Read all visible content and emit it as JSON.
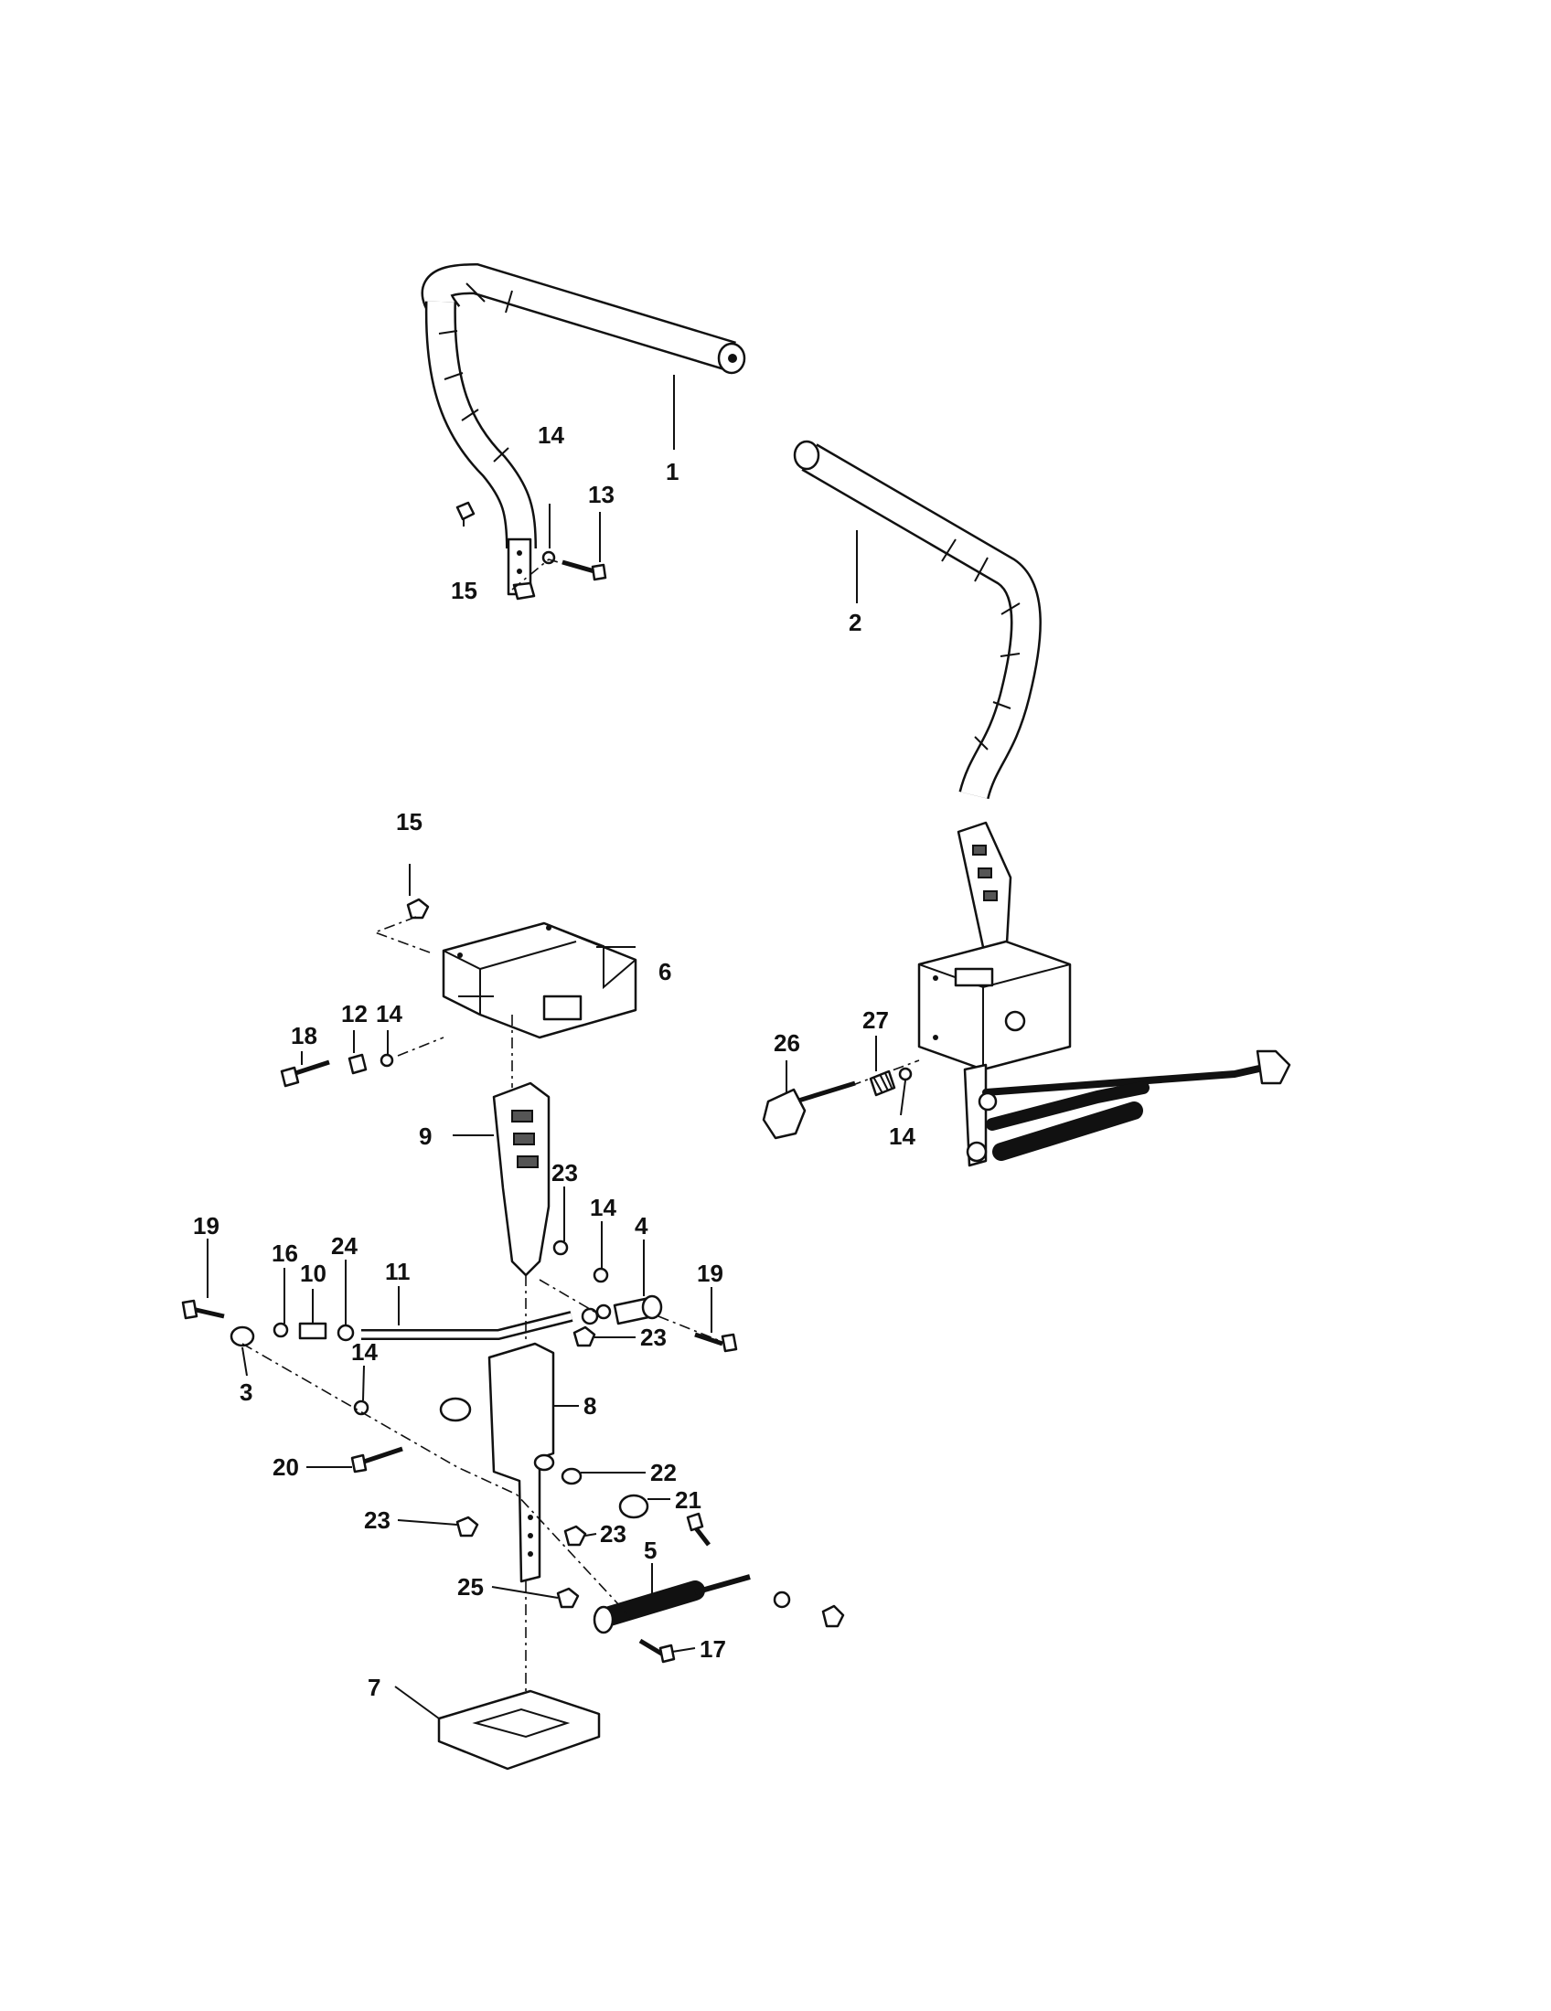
{
  "callouts": {
    "c1": "1",
    "c2": "2",
    "c3": "3",
    "c4": "4",
    "c5": "5",
    "c6": "6",
    "c7": "7",
    "c8": "8",
    "c9": "9",
    "c10": "10",
    "c11": "11",
    "c12": "12",
    "c13": "13",
    "c14a": "14",
    "c14b": "14",
    "c14c": "14",
    "c14d": "14",
    "c14e": "14",
    "c15a": "15",
    "c15b": "15",
    "c16": "16",
    "c17": "17",
    "c18": "18",
    "c19a": "19",
    "c19b": "19",
    "c20": "20",
    "c21": "21",
    "c22": "22",
    "c23a": "23",
    "c23b": "23",
    "c23c": "23",
    "c23d": "23",
    "c24": "24",
    "c25": "25",
    "c26": "26",
    "c27": "27"
  }
}
